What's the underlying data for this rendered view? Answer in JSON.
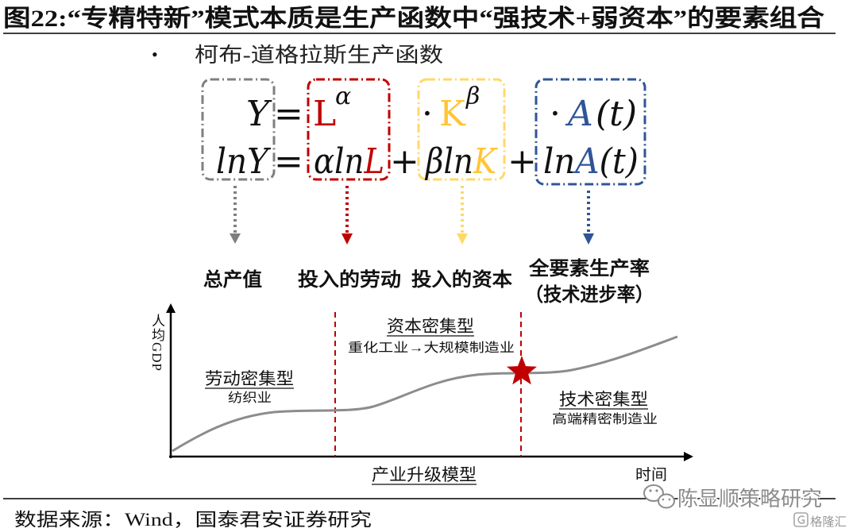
{
  "title": "图22:“专精特新”模式本质是生产函数中“强技术+弱资本”的要素组合",
  "formula_section": {
    "bullet": "•",
    "name": "柯布-道格拉斯生产函数"
  },
  "formula": {
    "level_form": {
      "output": "Y",
      "equals": "=",
      "labor": "L",
      "labor_exponent": "α",
      "capital_dot": "·",
      "capital": "K",
      "capital_exponent": "β",
      "tech_dot": "·",
      "tech": "A",
      "tech_argument": "(t)"
    },
    "log_form": {
      "output": "lnY",
      "equals": "=",
      "labor_coefficient": "αln",
      "labor": "L",
      "plus_1": "+",
      "capital_coefficient": "βln",
      "capital": "K",
      "plus_2": "+",
      "tech_log": "ln",
      "tech": "A",
      "tech_argument": "(t)"
    }
  },
  "term_labels": {
    "output": "总产值",
    "labor": "投入的劳动",
    "capital": "投入的资本",
    "tfp": "全要素生产率",
    "tfp_note": "（技术进步率）"
  },
  "upgrade_model": {
    "y_axis_label": "人均GDP",
    "x_axis_label": "时间",
    "stages": [
      {
        "name": "劳动密集型",
        "example": "纺织业"
      },
      {
        "name": "资本密集型",
        "example": "重化工业→大规模制造业"
      },
      {
        "name": "技术密集型",
        "example": "高端精密制造业"
      }
    ],
    "caption": "产业升级模型",
    "transition_marker_icon": "star-icon"
  },
  "source": "数据来源：Wind，国泰君安证券研究",
  "watermarks": {
    "account": "陈显顺策略研究",
    "account_icon": "wechat-icon",
    "site": "格隆汇",
    "site_icon": "gelonghui-logo-icon"
  },
  "colors": {
    "output_gray": "#7f7f7f",
    "labor_red": "#c00000",
    "capital_yellow": "#ffd966",
    "capital_yellow_text": "#ffc533",
    "tech_blue": "#2f5597",
    "curve_gray": "#8c8c8c",
    "marker_red": "#c00000",
    "watermark_gray": "#8c8c8c"
  }
}
